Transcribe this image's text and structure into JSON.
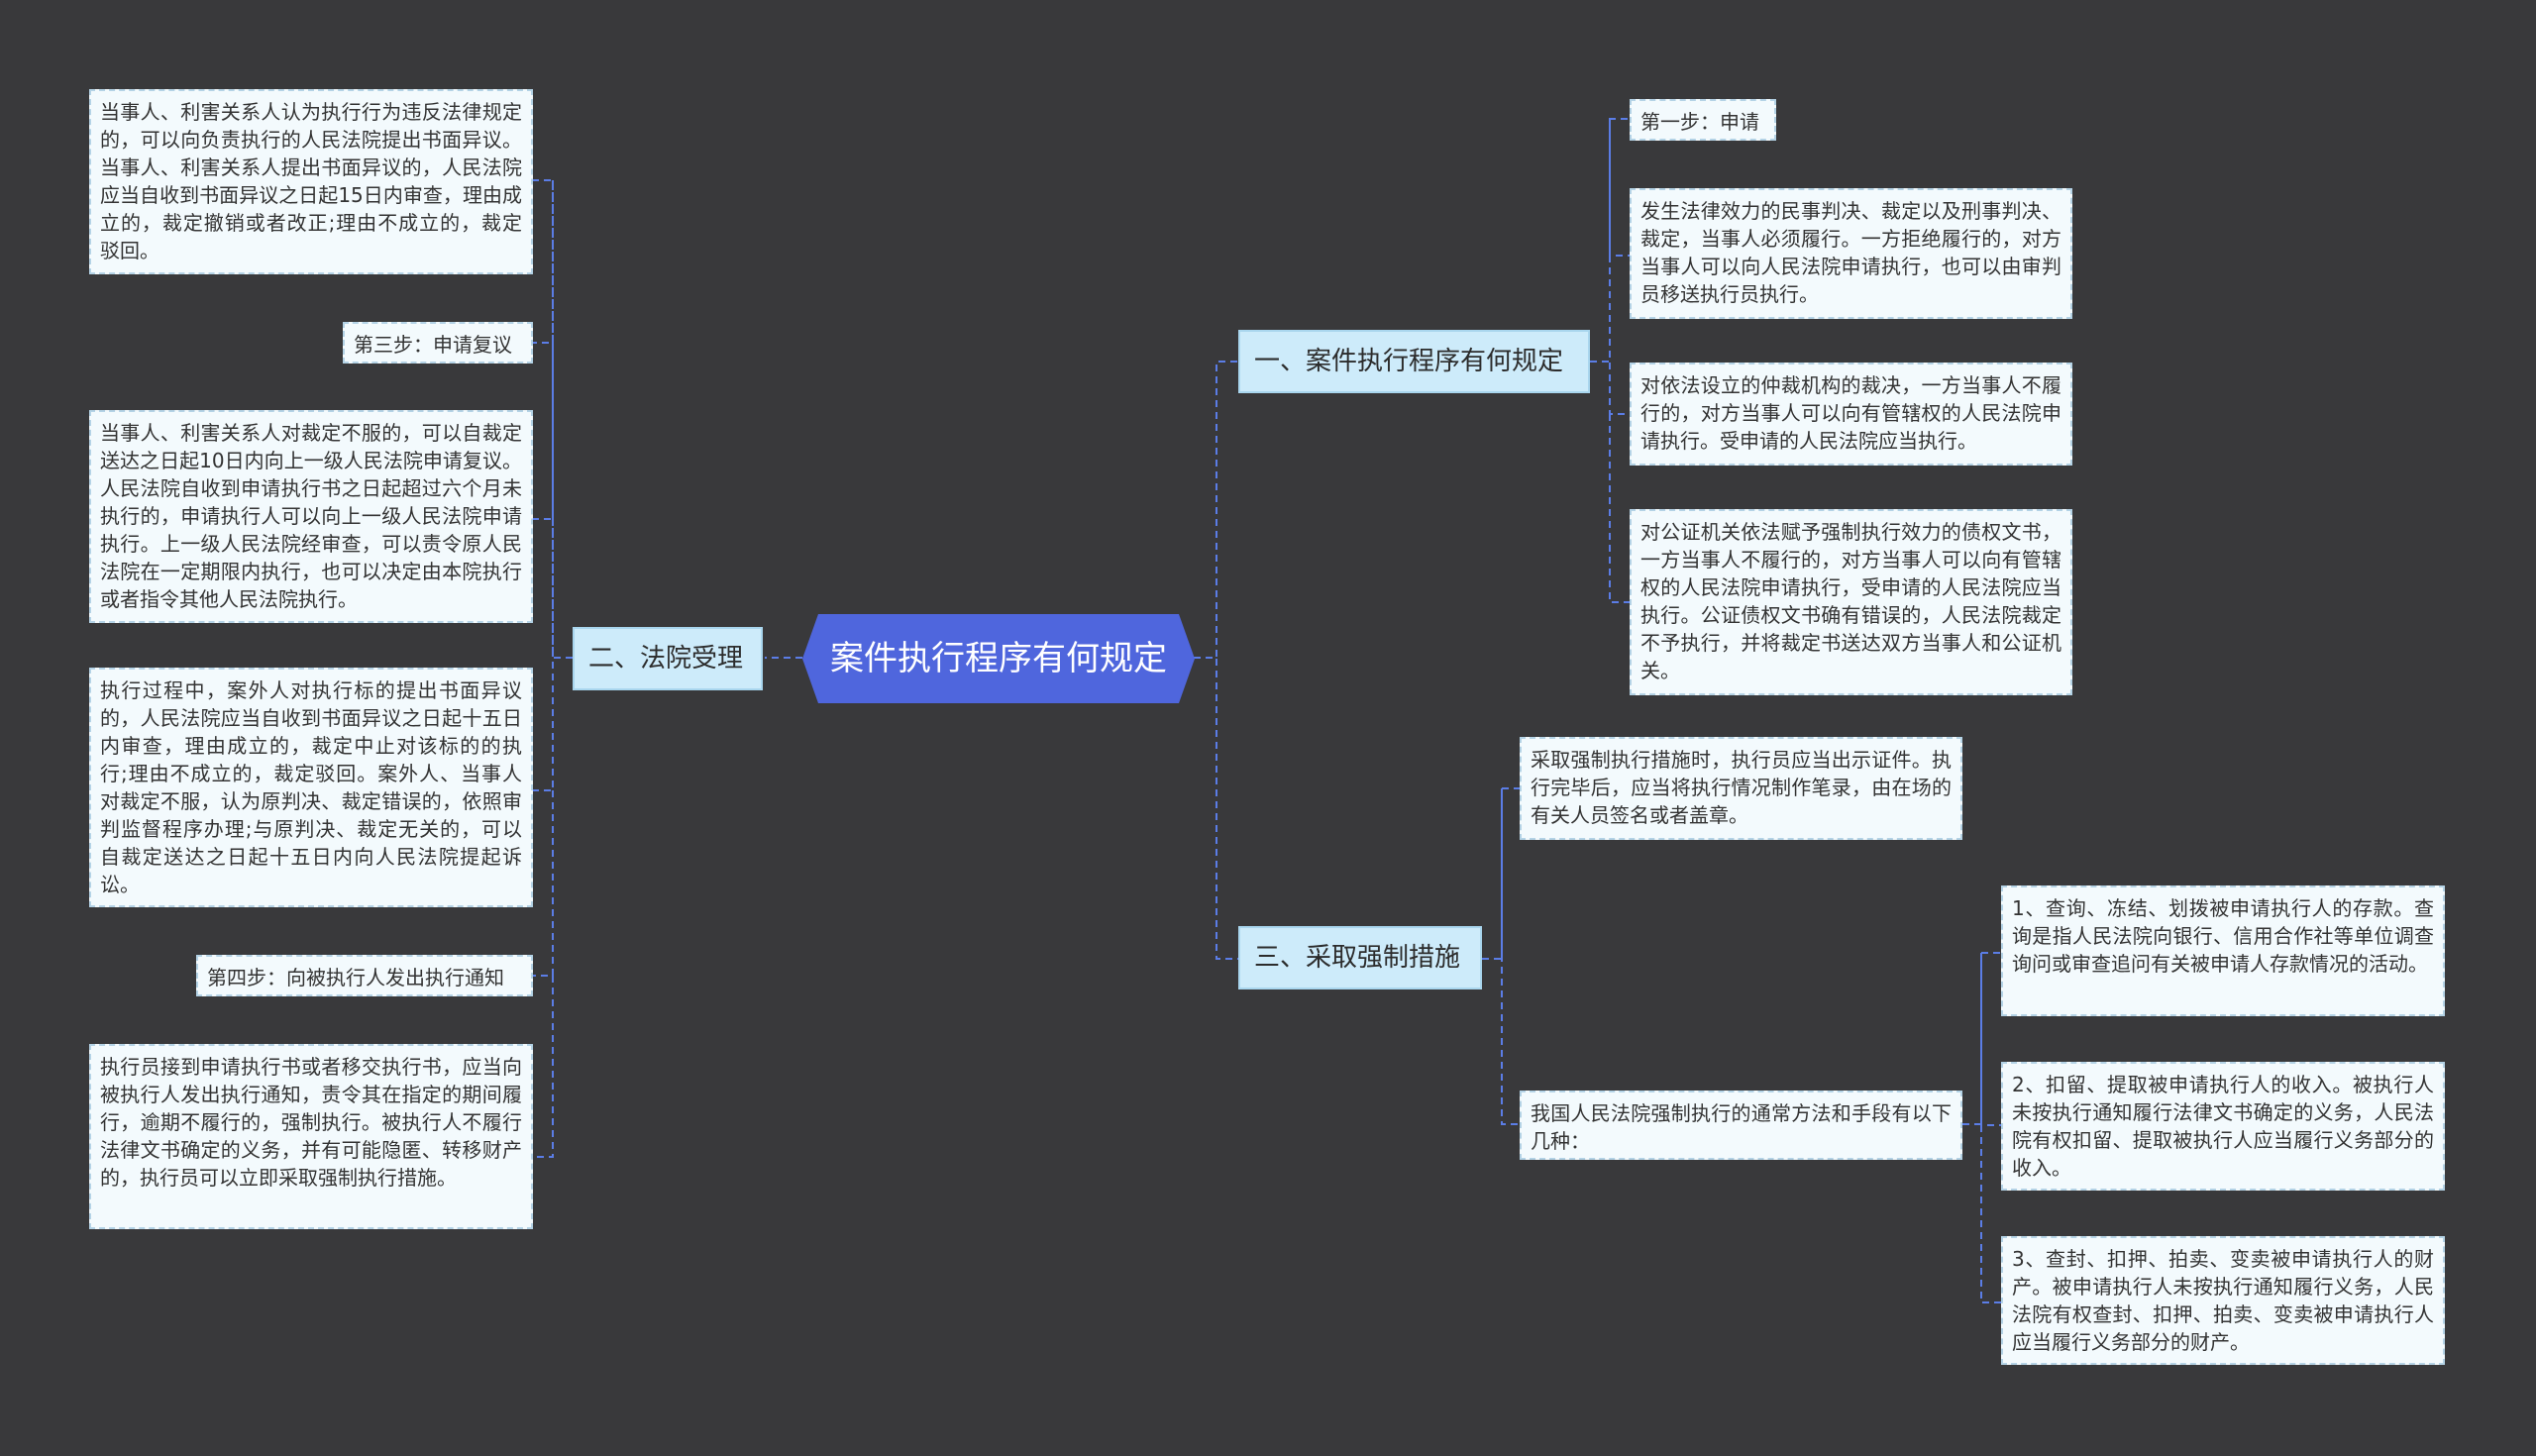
{
  "root": {
    "title": "案件执行程序有何规定"
  },
  "branch1": {
    "title": "一、案件执行程序有何规定",
    "items": [
      "第一步：申请",
      "发生法律效力的民事判决、裁定以及刑事判决、裁定，当事人必须履行。一方拒绝履行的，对方当事人可以向人民法院申请执行，也可以由审判员移送执行员执行。",
      "对依法设立的仲裁机构的裁决，一方当事人不履行的，对方当事人可以向有管辖权的人民法院申请执行。受申请的人民法院应当执行。",
      "对公证机关依法赋予强制执行效力的债权文书，一方当事人不履行的，对方当事人可以向有管辖权的人民法院申请执行，受申请的人民法院应当执行。公证债权文书确有错误的，人民法院裁定不予执行，并将裁定书送达双方当事人和公证机关。"
    ]
  },
  "branch2": {
    "title": "二、法院受理",
    "items": [
      "当事人、利害关系人认为执行行为违反法律规定的，可以向负责执行的人民法院提出书面异议。当事人、利害关系人提出书面异议的，人民法院应当自收到书面异议之日起15日内审查，理由成立的，裁定撤销或者改正;理由不成立的，裁定驳回。",
      "第三步：申请复议",
      "当事人、利害关系人对裁定不服的，可以自裁定送达之日起10日内向上一级人民法院申请复议。人民法院自收到申请执行书之日起超过六个月未执行的，申请执行人可以向上一级人民法院申请执行。上一级人民法院经审查，可以责令原人民法院在一定期限内执行，也可以决定由本院执行或者指令其他人民法院执行。",
      "执行过程中，案外人对执行标的提出书面异议的，人民法院应当自收到书面异议之日起十五日内审查，理由成立的，裁定中止对该标的的执行;理由不成立的，裁定驳回。案外人、当事人对裁定不服，认为原判决、裁定错误的，依照审判监督程序办理;与原判决、裁定无关的，可以自裁定送达之日起十五日内向人民法院提起诉讼。",
      "第四步：向被执行人发出执行通知",
      "执行员接到申请执行书或者移交执行书，应当向被执行人发出执行通知，责令其在指定的期间履行，逾期不履行的，强制执行。被执行人不履行法律文书确定的义务，并有可能隐匿、转移财产的，执行员可以立即采取强制执行措施。"
    ]
  },
  "branch3": {
    "title": "三、采取强制措施",
    "items": [
      "采取强制执行措施时，执行员应当出示证件。执行完毕后，应当将执行情况制作笔录，由在场的有关人员签名或者盖章。",
      "我国人民法院强制执行的通常方法和手段有以下几种："
    ],
    "subitems": [
      "1、查询、冻结、划拨被申请执行人的存款。查询是指人民法院向银行、信用合作社等单位调查询问或审查追问有关被申请人存款情况的活动。",
      "2、扣留、提取被申请执行人的收入。被执行人未按执行通知履行法律文书确定的义务，人民法院有权扣留、提取被执行人应当履行义务部分的收入。",
      "3、查封、扣押、拍卖、变卖被申请执行人的财产。被申请执行人未按执行通知履行义务，人民法院有权查封、扣押、拍卖、变卖被申请执行人应当履行义务部分的财产。"
    ]
  },
  "colors": {
    "background": "#39393b",
    "root": "#4f66dd",
    "branch": "#cdebfa",
    "leaf": "#f3fafd",
    "connector": "#5b7de6"
  }
}
